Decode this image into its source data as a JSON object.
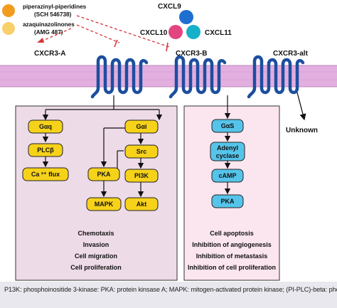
{
  "drugs": [
    {
      "name": "piperazinyl-piperidines",
      "code": "(SCH 546738)",
      "color": "#f29c1f"
    },
    {
      "name": "azaquinazolinones",
      "code": "(AMG 487)",
      "color": "#f7cf6b"
    }
  ],
  "ligands": {
    "cxcl9": {
      "label": "CXCL9",
      "color": "#1f6fd0"
    },
    "cxcl10": {
      "label": "CXCL10",
      "color": "#e2457f"
    },
    "cxcl11": {
      "label": "CXCL11",
      "color": "#17b0c9"
    }
  },
  "receptors": {
    "a": "CXCR3-A",
    "b": "CXCR3-B",
    "alt": "CXCR3-alt"
  },
  "unknown_label": "Unknown",
  "left_nodes": {
    "gaq": "Gαq",
    "plcb": "PLCβ",
    "ca_flux": "Ca ²⁺ flux",
    "gai": "Gαi",
    "src": "Src",
    "pka": "PKA",
    "pi3k": "PI3K",
    "mapk": "MAPK",
    "akt": "Akt"
  },
  "right_nodes": {
    "gas": "GαS",
    "adenyl1": "Adenyl",
    "adenyl2": "cyclase",
    "camp": "cAMP",
    "pka": "PKA"
  },
  "left_outcomes": [
    "Chemotaxis",
    "Invasion",
    "Cell migration",
    "Cell proliferation"
  ],
  "right_outcomes": [
    "Cell apoptosis",
    "Inhibition of angiogenesis",
    "Inhibition of metastasis",
    "Inhibition of cell proliferation"
  ],
  "caption": "P13K: phosphoinositide 3-kinase: PKA: protein kinsase A; MAPK: mitogen-activated protein kinase;  (PI-PLC)-beta: phospholipase C-beta",
  "colors": {
    "membrane": "#e3aee0",
    "receptor": "#1d4e9e",
    "left_panel": "#eddbe8",
    "right_panel": "#fbe5ef",
    "yellow_node": "#f6d21a",
    "blue_node": "#56c4ea",
    "inhibit": "#d8343c"
  }
}
